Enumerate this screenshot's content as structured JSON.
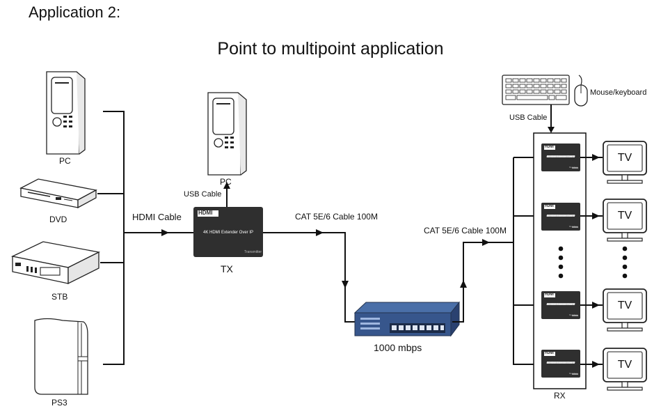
{
  "heading": "Application 2:",
  "title": "Point to multipoint  application",
  "sources": {
    "pc": "PC",
    "dvd": "DVD",
    "stb": "STB",
    "ps3": "PS3"
  },
  "tx": {
    "pc_label": "PC",
    "usb_cable": "USB Cable",
    "hdmi_cable": "HDMI Cable",
    "device_logo": "HDMI",
    "device_text": "4K HDMI Extender Over IP",
    "device_tag": "Transmitter",
    "label": "TX"
  },
  "links": {
    "cat_tx": "CAT 5E/6 Cable 100M",
    "cat_rx": "CAT 5E/6 Cable 100M"
  },
  "switch": {
    "speed": "1000  mbps"
  },
  "rx": {
    "mouse_keyboard": "Mouse/keyboard",
    "usb_cable": "USB Cable",
    "device_logo": "HDMI",
    "device_text": "4K HDMI Extender Over IP",
    "device_tag": "Receiver",
    "label": "RX",
    "tvs": [
      "TV",
      "TV",
      "TV",
      "TV"
    ]
  }
}
